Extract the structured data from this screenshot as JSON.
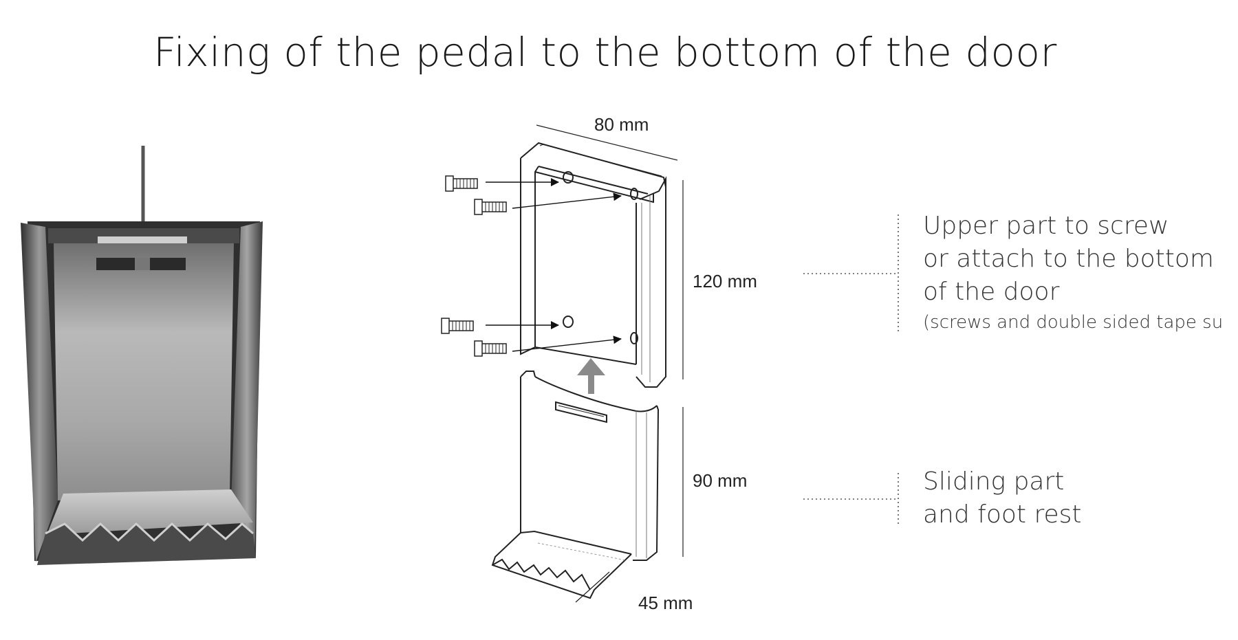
{
  "title": "Fixing of the pedal to the bottom of the door",
  "dimensions": {
    "width": "80 mm",
    "upper_height": "120 mm",
    "lower_height": "90 mm",
    "depth": "45 mm"
  },
  "upper_part": {
    "lines": [
      "Upper part to screw",
      "or attach to the bottom",
      "of the door"
    ],
    "note": "(screws and double sided tape su"
  },
  "lower_part": {
    "lines": [
      "Sliding part",
      "and foot rest"
    ]
  },
  "colors": {
    "line": "#222222",
    "arrow_grey": "#8a8a8a",
    "photo_dark": "#3a3a3a",
    "photo_light": "#bdbdbd"
  }
}
